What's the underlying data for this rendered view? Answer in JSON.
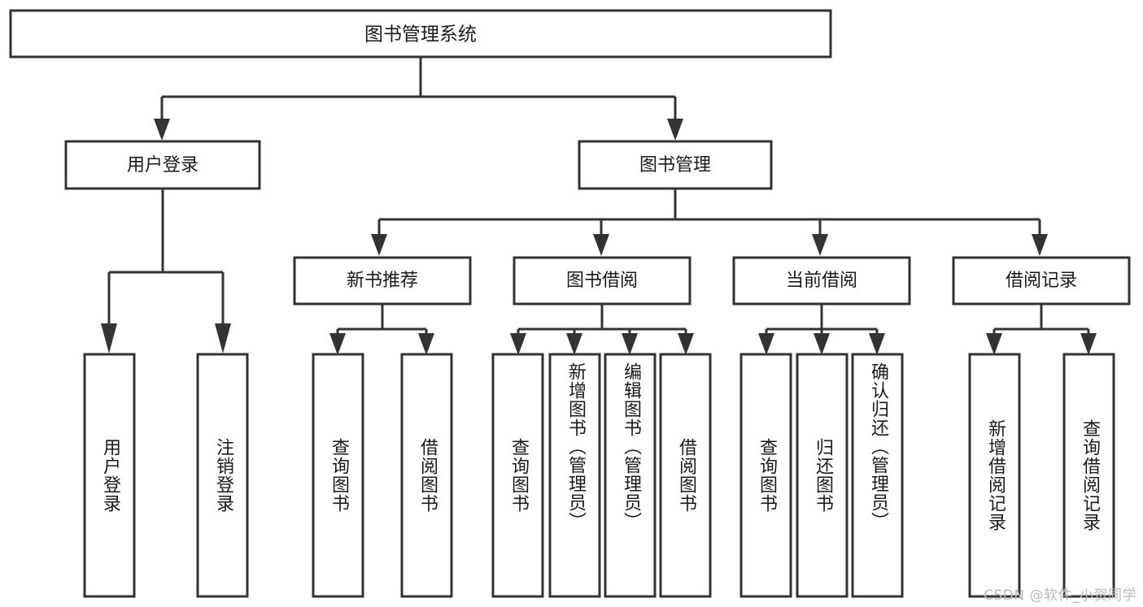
{
  "diagram": {
    "title": "图书管理系统",
    "type": "tree",
    "watermark": "CSDN @软件_小贺同学",
    "colors": {
      "stroke": "#333333",
      "fill": "#ffffff",
      "text": "#1a1a1a",
      "watermark": "#b9b9b9",
      "background": "#ffffff"
    },
    "root": {
      "label": "图书管理系统"
    },
    "level1": [
      {
        "label": "用户登录"
      },
      {
        "label": "图书管理"
      }
    ],
    "level2": [
      {
        "label": "新书推荐"
      },
      {
        "label": "图书借阅"
      },
      {
        "label": "当前借阅"
      },
      {
        "label": "借阅记录"
      }
    ],
    "leaves": {
      "user_login": [
        {
          "label": "用户登录"
        },
        {
          "label": "注销登录"
        }
      ],
      "new_book_recommend": [
        {
          "label": "查询图书"
        },
        {
          "label": "借阅图书"
        }
      ],
      "book_borrow": [
        {
          "label": "查询图书"
        },
        {
          "label": "新增图书（管理员）"
        },
        {
          "label": "编辑图书（管理员）"
        },
        {
          "label": "借阅图书"
        }
      ],
      "current_borrow": [
        {
          "label": "查询图书"
        },
        {
          "label": "归还图书"
        },
        {
          "label": "确认归还（管理员）"
        }
      ],
      "borrow_records": [
        {
          "label": "新增借阅记录"
        },
        {
          "label": "查询借阅记录"
        }
      ]
    }
  }
}
